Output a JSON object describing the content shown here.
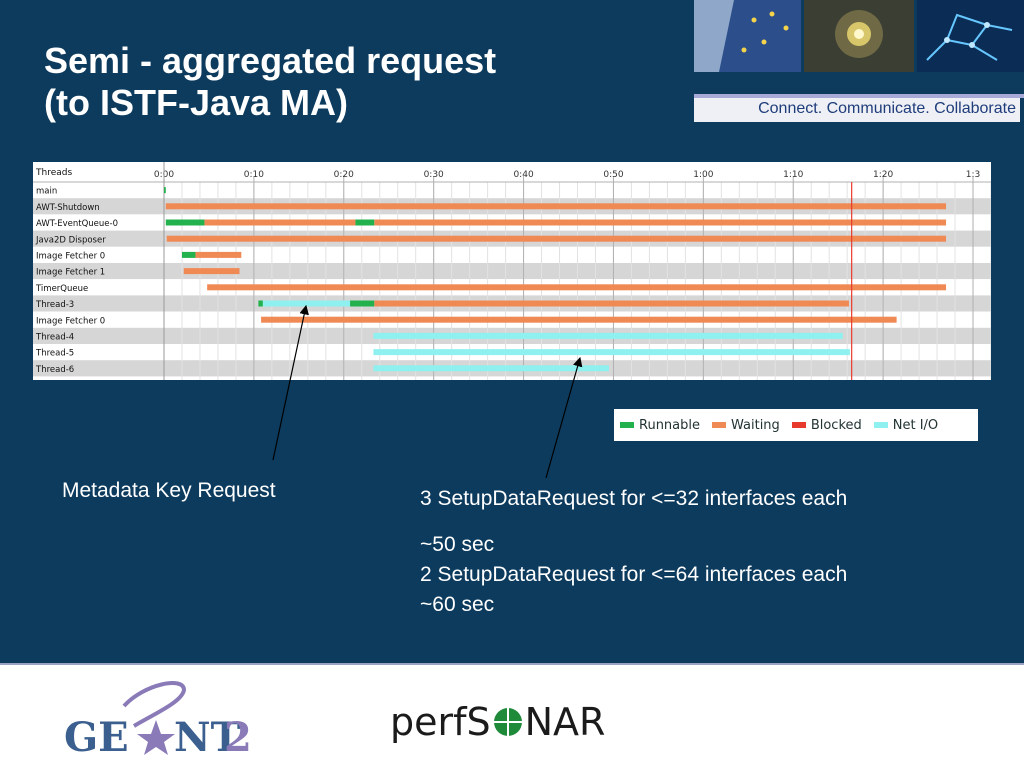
{
  "title": {
    "line1": "Semi - aggregated request",
    "line2": "(to ISTF-Java MA)"
  },
  "tagline": "Connect. Communicate. Collaborate",
  "colors": {
    "background": "#0d3b5e",
    "runnable": "#22b14c",
    "waiting": "#f08a55",
    "blocked": "#e83a2c",
    "net_io": "#8ff0f0"
  },
  "chart_data": {
    "type": "timeline",
    "header_label": "Threads",
    "x_unit": "minutes:seconds",
    "xlim": [
      0,
      92
    ],
    "ticks": [
      {
        "label": "0:00",
        "value": 0
      },
      {
        "label": "0:10",
        "value": 10
      },
      {
        "label": "0:20",
        "value": 20
      },
      {
        "label": "0:30",
        "value": 30
      },
      {
        "label": "0:40",
        "value": 40
      },
      {
        "label": "0:50",
        "value": 50
      },
      {
        "label": "1:00",
        "value": 60
      },
      {
        "label": "1:10",
        "value": 70
      },
      {
        "label": "1:20",
        "value": 80
      },
      {
        "label": "1:3",
        "value": 90
      }
    ],
    "marker_time": 76.5,
    "threads": [
      {
        "name": "main",
        "segments": [
          {
            "state": "runnable",
            "start": 0,
            "end": 0.2
          }
        ]
      },
      {
        "name": "AWT-Shutdown",
        "segments": [
          {
            "state": "waiting",
            "start": 0.2,
            "end": 87
          }
        ]
      },
      {
        "name": "AWT-EventQueue-0",
        "segments": [
          {
            "state": "runnable",
            "start": 0.2,
            "end": 4.5
          },
          {
            "state": "waiting",
            "start": 4.5,
            "end": 21.3
          },
          {
            "state": "runnable",
            "start": 21.3,
            "end": 23.4
          },
          {
            "state": "waiting",
            "start": 23.4,
            "end": 87
          }
        ]
      },
      {
        "name": "Java2D Disposer",
        "segments": [
          {
            "state": "waiting",
            "start": 0.3,
            "end": 87
          }
        ]
      },
      {
        "name": "Image Fetcher 0",
        "segments": [
          {
            "state": "runnable",
            "start": 2.0,
            "end": 3.5
          },
          {
            "state": "waiting",
            "start": 3.5,
            "end": 8.6
          }
        ]
      },
      {
        "name": "Image Fetcher 1",
        "segments": [
          {
            "state": "waiting",
            "start": 2.2,
            "end": 8.4
          }
        ]
      },
      {
        "name": "TimerQueue",
        "segments": [
          {
            "state": "waiting",
            "start": 4.8,
            "end": 87
          }
        ]
      },
      {
        "name": "Thread-3",
        "segments": [
          {
            "state": "runnable",
            "start": 10.5,
            "end": 11.0
          },
          {
            "state": "net_io",
            "start": 11.0,
            "end": 20.7
          },
          {
            "state": "runnable",
            "start": 20.7,
            "end": 23.4
          },
          {
            "state": "waiting",
            "start": 23.4,
            "end": 76.2
          }
        ]
      },
      {
        "name": "Image Fetcher 0",
        "segments": [
          {
            "state": "waiting",
            "start": 10.8,
            "end": 81.5
          }
        ]
      },
      {
        "name": "Thread-4",
        "segments": [
          {
            "state": "net_io",
            "start": 23.3,
            "end": 75.5
          }
        ]
      },
      {
        "name": "Thread-5",
        "segments": [
          {
            "state": "net_io",
            "start": 23.3,
            "end": 76.3
          }
        ]
      },
      {
        "name": "Thread-6",
        "segments": [
          {
            "state": "net_io",
            "start": 23.3,
            "end": 49.5
          }
        ]
      }
    ]
  },
  "legend": [
    {
      "label": "Runnable",
      "state": "runnable"
    },
    {
      "label": "Waiting",
      "state": "waiting"
    },
    {
      "label": "Blocked",
      "state": "blocked"
    },
    {
      "label": "Net I/O",
      "state": "net_io"
    }
  ],
  "notes": {
    "metadata": "Metadata Key Request",
    "setup_line1": "3 SetupDataRequest for <=32 interfaces each",
    "setup_line2": "~50 sec",
    "setup_line3": "2 SetupDataRequest for <=64 interfaces each",
    "setup_line4": "~60 sec"
  },
  "footer": {
    "geant_logo": "GEANT2",
    "perfsonar_logo": "perfSONAR"
  }
}
